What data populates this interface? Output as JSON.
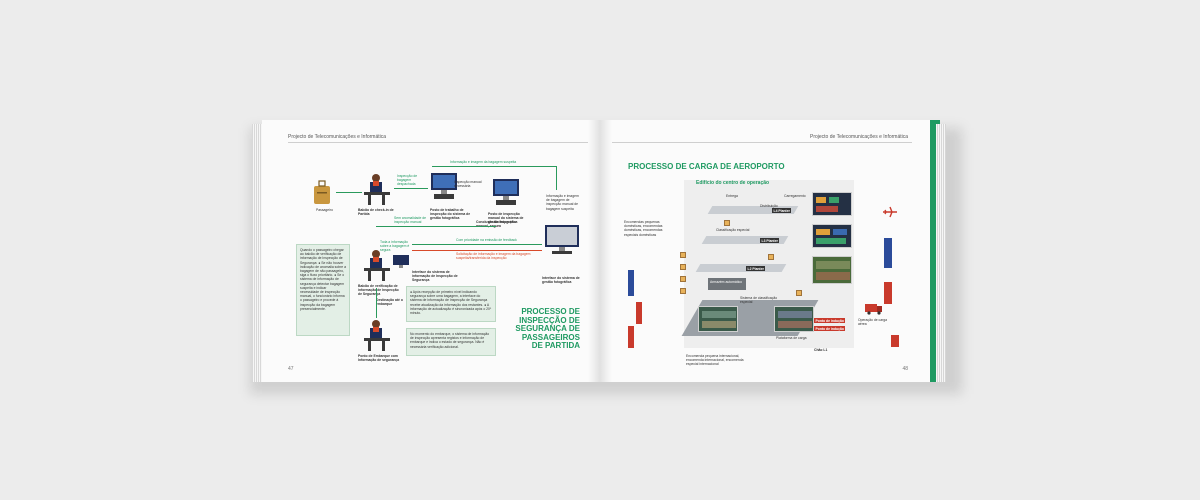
{
  "book": {
    "header_left": "Projecto de Telecomunicações e Informática",
    "header_right": "Projecto de Telecomunicações e Informática",
    "page_left": "47",
    "page_right": "48"
  },
  "left_page": {
    "title": "PROCESSO DE INSPECÇÃO DE SEGURANÇA DE PASSAGEIROS DE PARTIDA",
    "labels": {
      "passenger": "Passageiro",
      "checkin_desk": "Balcão de check-in de Partida",
      "inspection_desk": "Balcão de verificação de informação de Inspecção de Segurança",
      "boarding_point": "Ponto de Embarque com Informação de segurança",
      "system_interface": "Interface do sistema de informação de Inspecção de Segurança",
      "workstation_1": "Posto de trabalho de inspecção do sistema de gestão fotográfica",
      "workstation_2": "Posto de inspecção manual do sistema de gestão fotográfica",
      "system_interface_2": "Interface do sistema de gestão fotográfica",
      "baggage_dispatch": "Inspecção de bagagem despachada",
      "manual_inspection": "Inspecção manual necessária",
      "info_image": "Informação e imagem da bagagem suspeita",
      "info_image_suspicious": "Informação e imagem de bagagem de inspecção manual de bagagem suspeita",
      "conclusion": "Conclusão de inspecção manual, segura",
      "no_abnormality": "Sem anomalidade de inspecção manual",
      "all_info_safe": "Toda a informação sobre a bagagem é segura",
      "feedback": "Com prioridade na emissão de feedback",
      "request_info": "Solicitação de informação e imagem da bagagem suspeita/transferida da inspecção",
      "destination": "Destinação até o embarque"
    },
    "notes_box": "Quando o passageiro chegar ao balcão de verificação de informação de Inspecção de Segurança: ● Se não houver indicação de anomalia sobre a bagagem de não passageiro, siga o fluxo prioritário. ● Se o sistema de informação de segurança detectar bagagem suspeita e indicar necessidade de inspecção manual, o funcionário informa o passageiro e procede à inspecção da bagagem presencialmente.",
    "process_box": "● Após recepção de primeiro nível indicando segurança sobre uma bagagem, a interface do sistema de informação de Inspecção de Segurança recebe atualização da informação dos restantes. ● A informação de actualização é sincronizada após o 20º minuto.",
    "boarding_box": "No momento do embarque, o sistema de informação de inspecção apresenta registos e informação de embarque e indica o estado de segurança. Não é necessária verificação adicional."
  },
  "right_page": {
    "title": "PROCESSO DE CARGA DE AEROPORTO",
    "building": "Edifício do centro de operação",
    "floors": [
      "L4 Planter",
      "L3 Planter",
      "L2 Planter",
      "Chão L1"
    ],
    "labels": {
      "small_domestic": "Encomendas pequenas domésticas, encomendas domésticas, encomendas especiais domésticas",
      "intl_small": "Encomenda pequena internacional, encomenda internacional, encomenda especial internacional",
      "sort_system": "Sistema de classificação especial",
      "auto_storage": "Armazém automático",
      "loading_point": "Ponto de indução",
      "loading_point_2": "Ponto de indução",
      "operation_air": "Operação de carga aérea",
      "distribution": "Distribuição",
      "special_class": "Classificação especial",
      "delivery": "Entrega",
      "checkout": "Carregamento",
      "platform": "Plataforma de carga"
    }
  },
  "colors": {
    "accent": "#1f9a62",
    "alert": "#d84a2a",
    "background": "#ececec",
    "page": "#fbfbfb"
  }
}
